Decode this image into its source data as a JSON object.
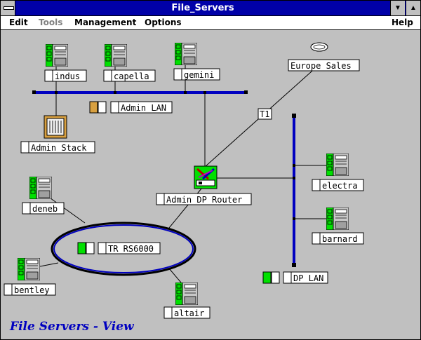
{
  "window": {
    "title": "File_Servers",
    "colors": {
      "titlebar": "#0000a8",
      "lan_bus": "#0000c0",
      "status_green": "#00e000",
      "status_amber": "#d8a040"
    }
  },
  "menu": {
    "edit": "Edit",
    "tools": "Tools",
    "management": "Management",
    "options": "Options",
    "help": "Help"
  },
  "icons": {
    "server": "server-icon",
    "router": "router-icon",
    "stack": "hub-stack-icon",
    "cloud": "wan-cloud-icon"
  },
  "nodes": {
    "indus": "indus",
    "capella": "capella",
    "gemini": "gemini",
    "europe_sales": "Europe_Sales",
    "admin_lan": "Admin_LAN",
    "admin_stack": "Admin_Stack",
    "t1": "T1",
    "admin_dp_router": "Admin_DP_Router",
    "electra": "electra",
    "deneb": "deneb",
    "barnard": "barnard",
    "tr_rs6000": "TR_RS6000",
    "bentley": "bentley",
    "dp_lan": "DP_LAN",
    "altair": "altair"
  },
  "footer": "File Servers - View"
}
